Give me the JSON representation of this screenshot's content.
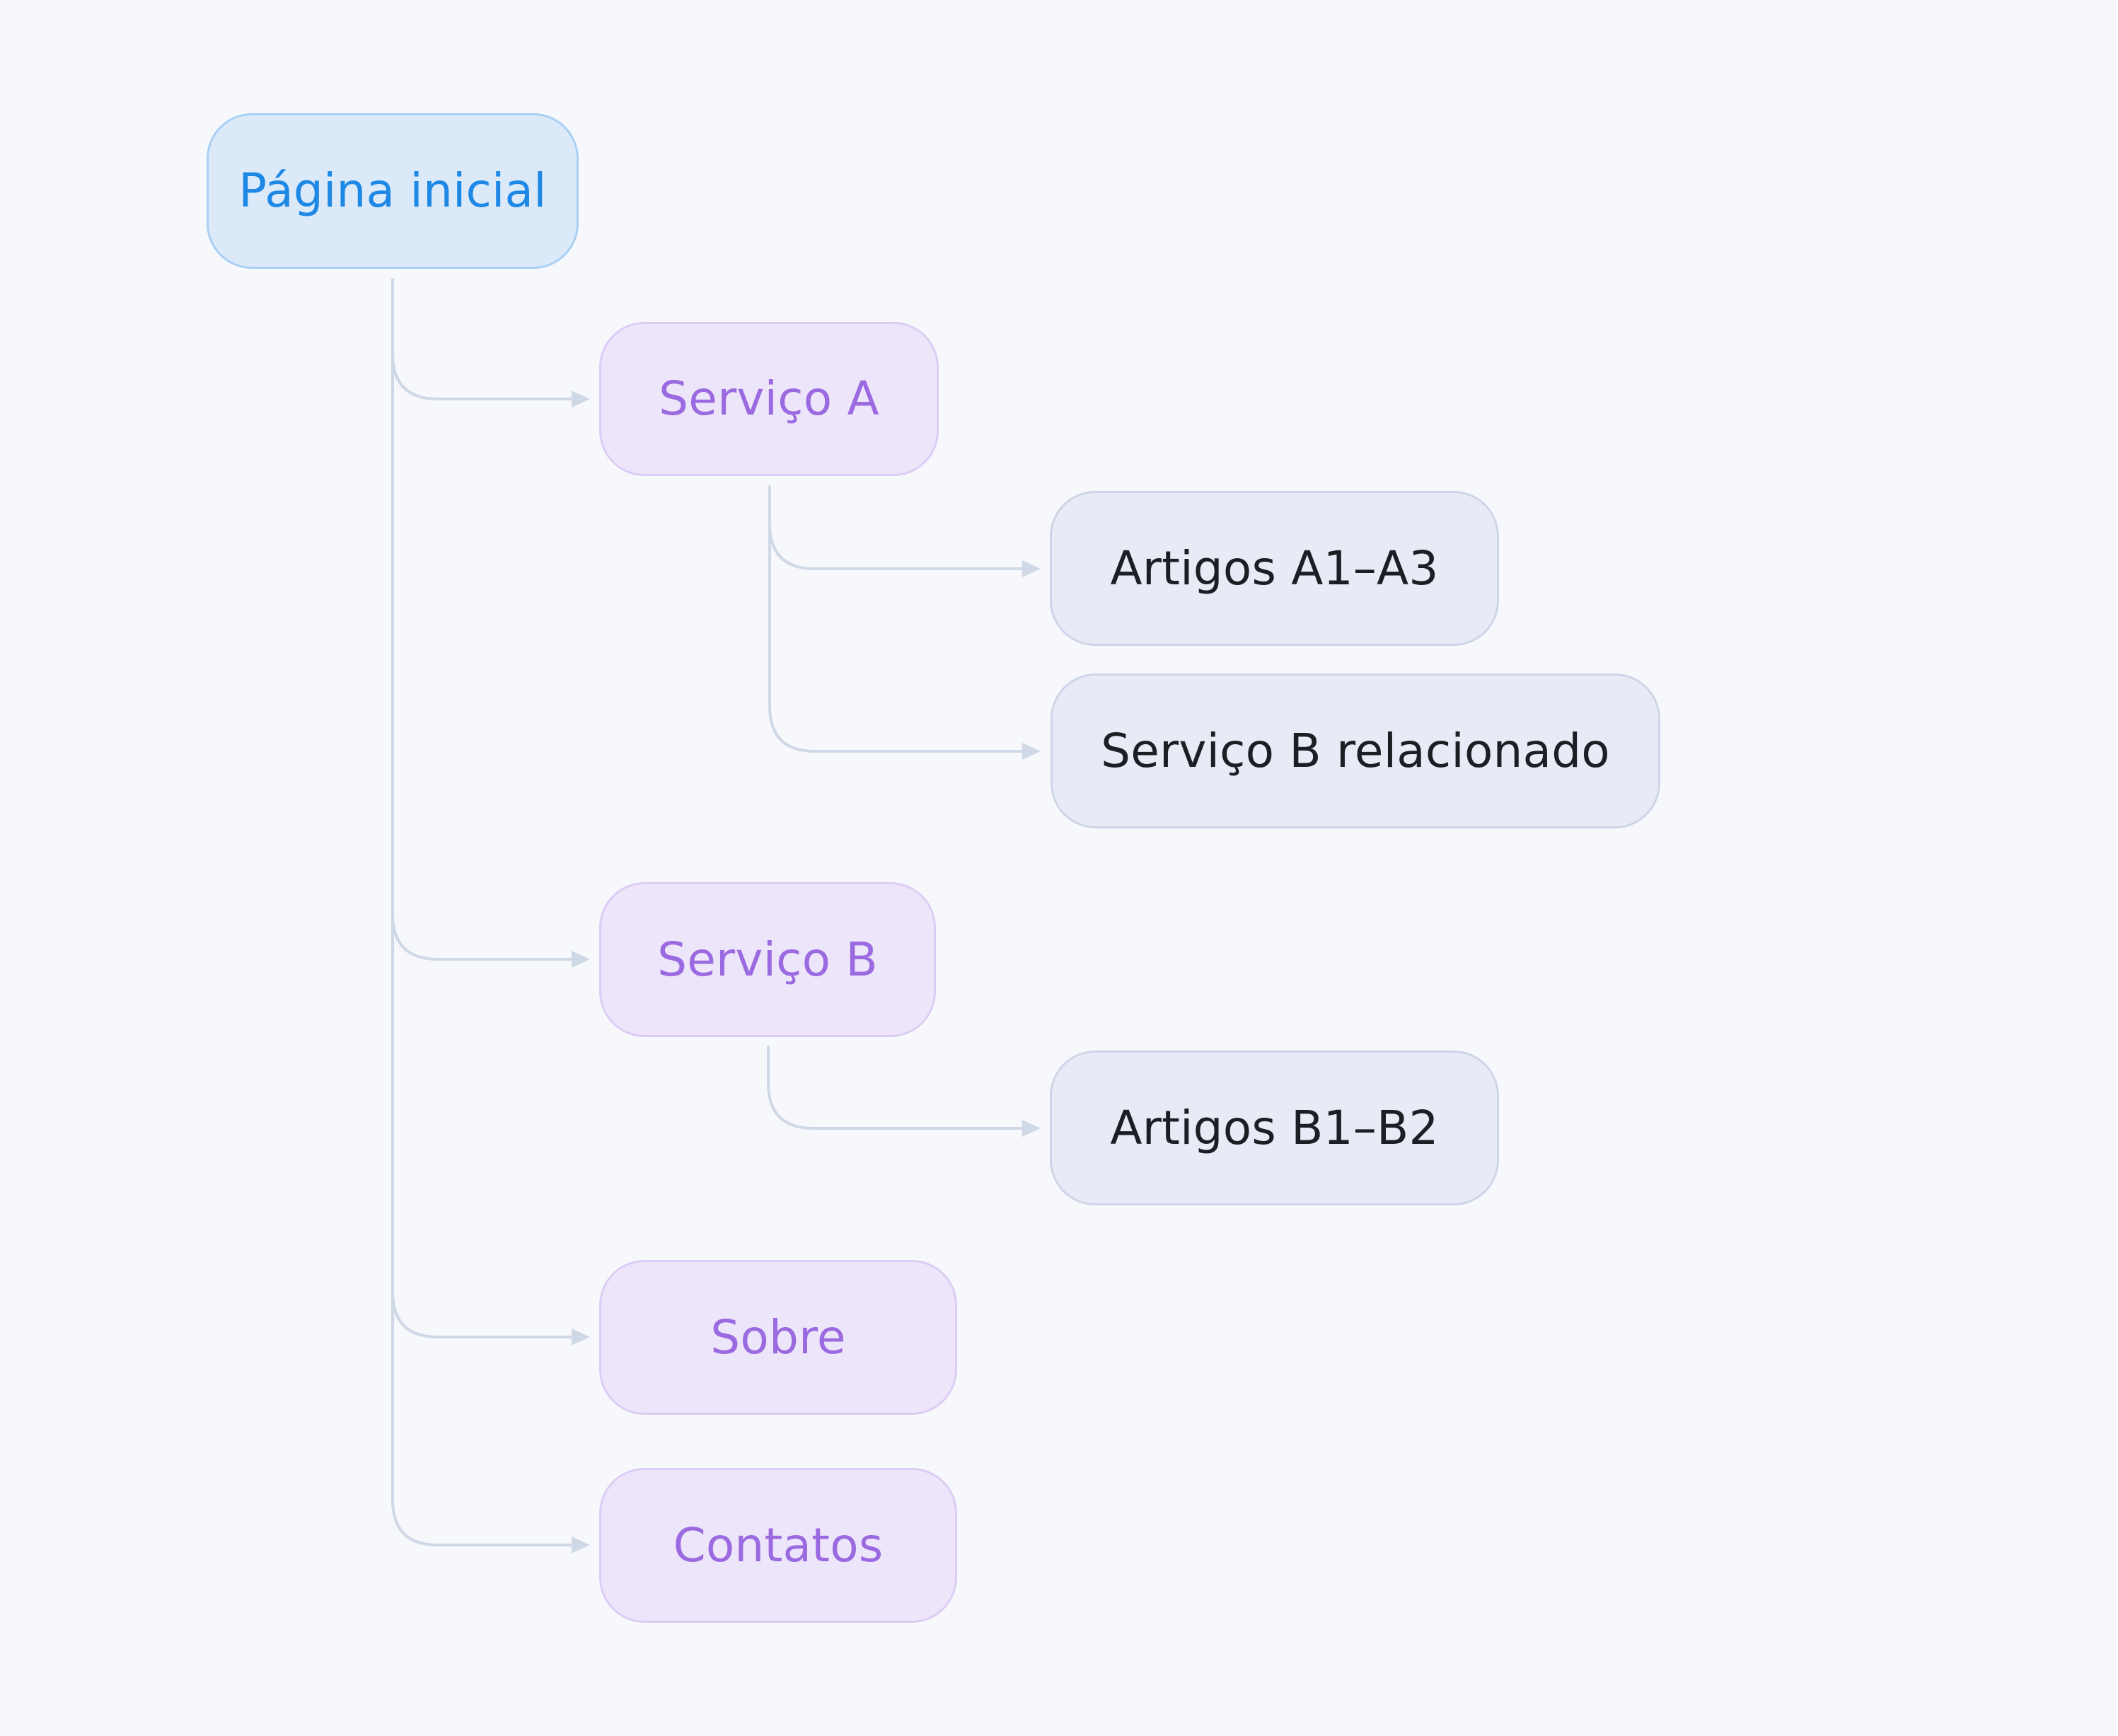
{
  "diagram": {
    "root": {
      "label": "Página inicial"
    },
    "sections": [
      {
        "label": "Serviço A"
      },
      {
        "label": "Serviço B"
      },
      {
        "label": "Sobre"
      },
      {
        "label": "Contatos"
      }
    ],
    "children": {
      "service_a": [
        {
          "label": "Artigos A1–A3"
        },
        {
          "label": "Serviço B relacionado"
        }
      ],
      "service_b": [
        {
          "label": "Artigos B1–B2"
        }
      ]
    }
  },
  "colors": {
    "background": "#f6f8fc",
    "root_fill": "#dbe9f9",
    "root_border": "#a9d0f4",
    "root_text": "#1e88e5",
    "section_fill": "#ede6fa",
    "section_border": "#dccdf4",
    "section_text": "#9b6ae0",
    "leaf_fill": "#e8ebf5",
    "leaf_border": "#cdd6e8",
    "leaf_text": "#1d1d24",
    "connector": "#cfd8e6"
  }
}
